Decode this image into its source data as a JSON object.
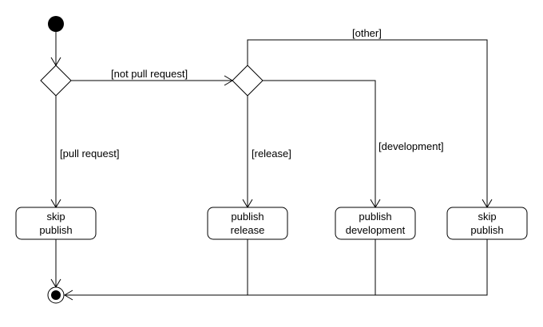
{
  "guards": {
    "not_pull_request": "[not pull request]",
    "pull_request": "[pull request]",
    "other": "[other]",
    "release": "[release]",
    "development": "[development]"
  },
  "actions": {
    "skip_publish_left": {
      "line1": "skip",
      "line2": "publish"
    },
    "publish_release": {
      "line1": "publish",
      "line2": "release"
    },
    "publish_development": {
      "line1": "publish",
      "line2": "development"
    },
    "skip_publish_right": {
      "line1": "skip",
      "line2": "publish"
    }
  }
}
